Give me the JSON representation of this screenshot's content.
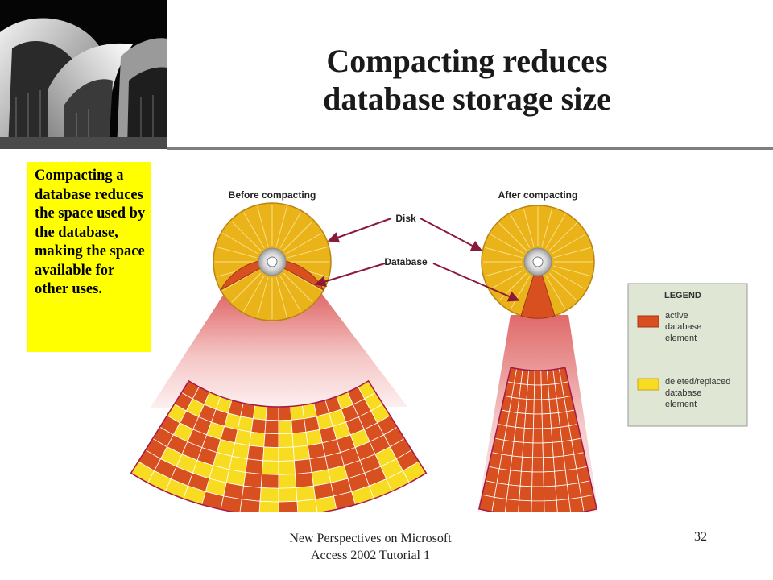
{
  "slide": {
    "title_line1": "Compacting reduces",
    "title_line2": "database storage size",
    "callout": "Compacting a database reduces the space used by the database, making the space available for other uses.",
    "footer": {
      "line1": "New Perspectives on Microsoft",
      "line2": "Access 2002 Tutorial 1",
      "page_number": "32"
    }
  },
  "diagram": {
    "before_label": "Before compacting",
    "after_label": "After compacting",
    "disk_label": "Disk",
    "database_label": "Database",
    "legend": {
      "title": "LEGEND",
      "active_line1": "active",
      "active_line2": "database",
      "active_line3": "element",
      "deleted_line1": "deleted/replaced",
      "deleted_line2": "database",
      "deleted_line3": "element"
    },
    "colors": {
      "active": "#d8501f",
      "deleted": "#f7dc22",
      "disk": "#eab31a",
      "arrow": "#8b1a3a",
      "legend_bg": "#dfe6d4",
      "callout_bg": "#ffff00"
    }
  }
}
